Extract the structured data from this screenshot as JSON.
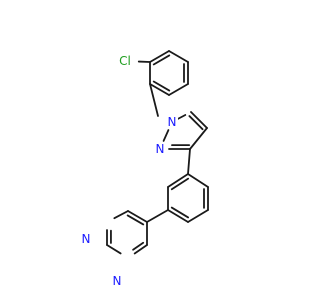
{
  "molecule": {
    "atoms": [
      {
        "id": "Cl1",
        "label": "Cl",
        "color": "#1f9e1f"
      },
      {
        "id": "N1",
        "label": "N",
        "color": "#1a1aff"
      },
      {
        "id": "N2",
        "label": "N",
        "color": "#1a1aff"
      },
      {
        "id": "N3",
        "label": "N",
        "color": "#1a1aff"
      },
      {
        "id": "N4",
        "label": "N",
        "color": "#1a1aff"
      }
    ],
    "bond_color": "#1a1a1a",
    "background": "#ffffff"
  }
}
